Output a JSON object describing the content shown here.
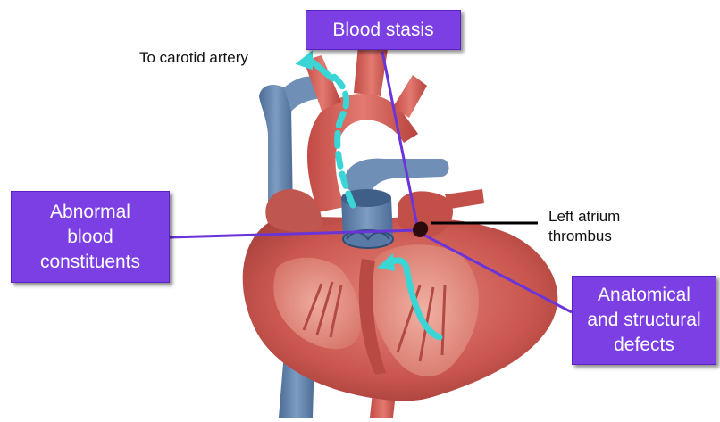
{
  "labels": {
    "carotid": "To carotid artery",
    "blood_stasis": "Blood stasis",
    "abnormal_blood": "Abnormal\nblood\nconstituents",
    "left_atrium": "Left atrium\nthrombus",
    "anatomical": "Anatomical\nand structural\ndefects"
  },
  "colors": {
    "label_fill": "#7b3fe4",
    "connector": "#6a35d8",
    "flow_arrow": "#3ad6d6",
    "thrombus_pointer": "#000000",
    "myocardium": "#c9564f",
    "vein_blue": "#5f7fa8"
  },
  "icons": {
    "flow": "cyan-flow-arrow",
    "thrombus": "thrombus-dot"
  }
}
